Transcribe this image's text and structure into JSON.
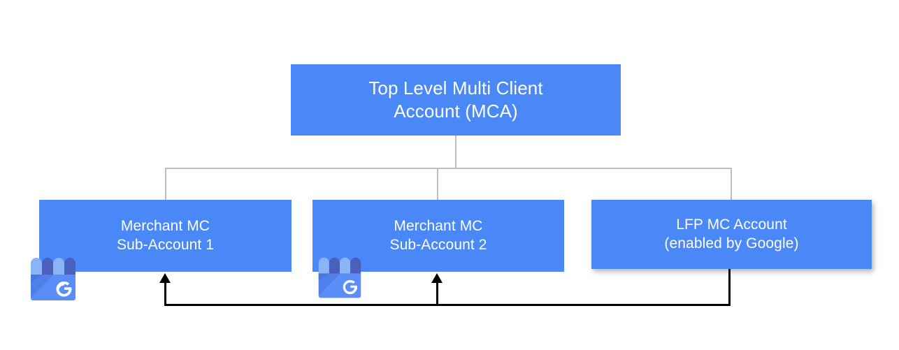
{
  "diagram": {
    "title_hidden": "",
    "theme": {
      "node_fill": "#4a87f7",
      "node_text": "#ffffff",
      "tree_connector": "#bdbdbd",
      "feedback_connector": "#000000",
      "background": "#ffffff",
      "gmb_awning_light": "#8ab4f8",
      "gmb_awning_dark": "#4b5fbd",
      "gmb_body": "#5b8df9"
    },
    "root": {
      "id": "mca",
      "line1": "Top Level Multi Client",
      "line2": "Account (MCA)"
    },
    "children": [
      {
        "id": "sub1",
        "line1": "Merchant MC",
        "line2": "Sub-Account 1",
        "icon": "google-my-business-storefront-icon",
        "has_icon": true
      },
      {
        "id": "sub2",
        "line1": "Merchant MC",
        "line2": "Sub-Account 2",
        "icon": "google-my-business-storefront-icon",
        "has_icon": true
      },
      {
        "id": "lfp",
        "line1": "LFP MC Account",
        "line2": "(enabled by Google)",
        "icon": null,
        "has_icon": false
      }
    ],
    "feedback_arrows": {
      "source": "lfp",
      "targets": [
        "sub1",
        "sub2"
      ],
      "style": "solid-black-arrow"
    }
  }
}
